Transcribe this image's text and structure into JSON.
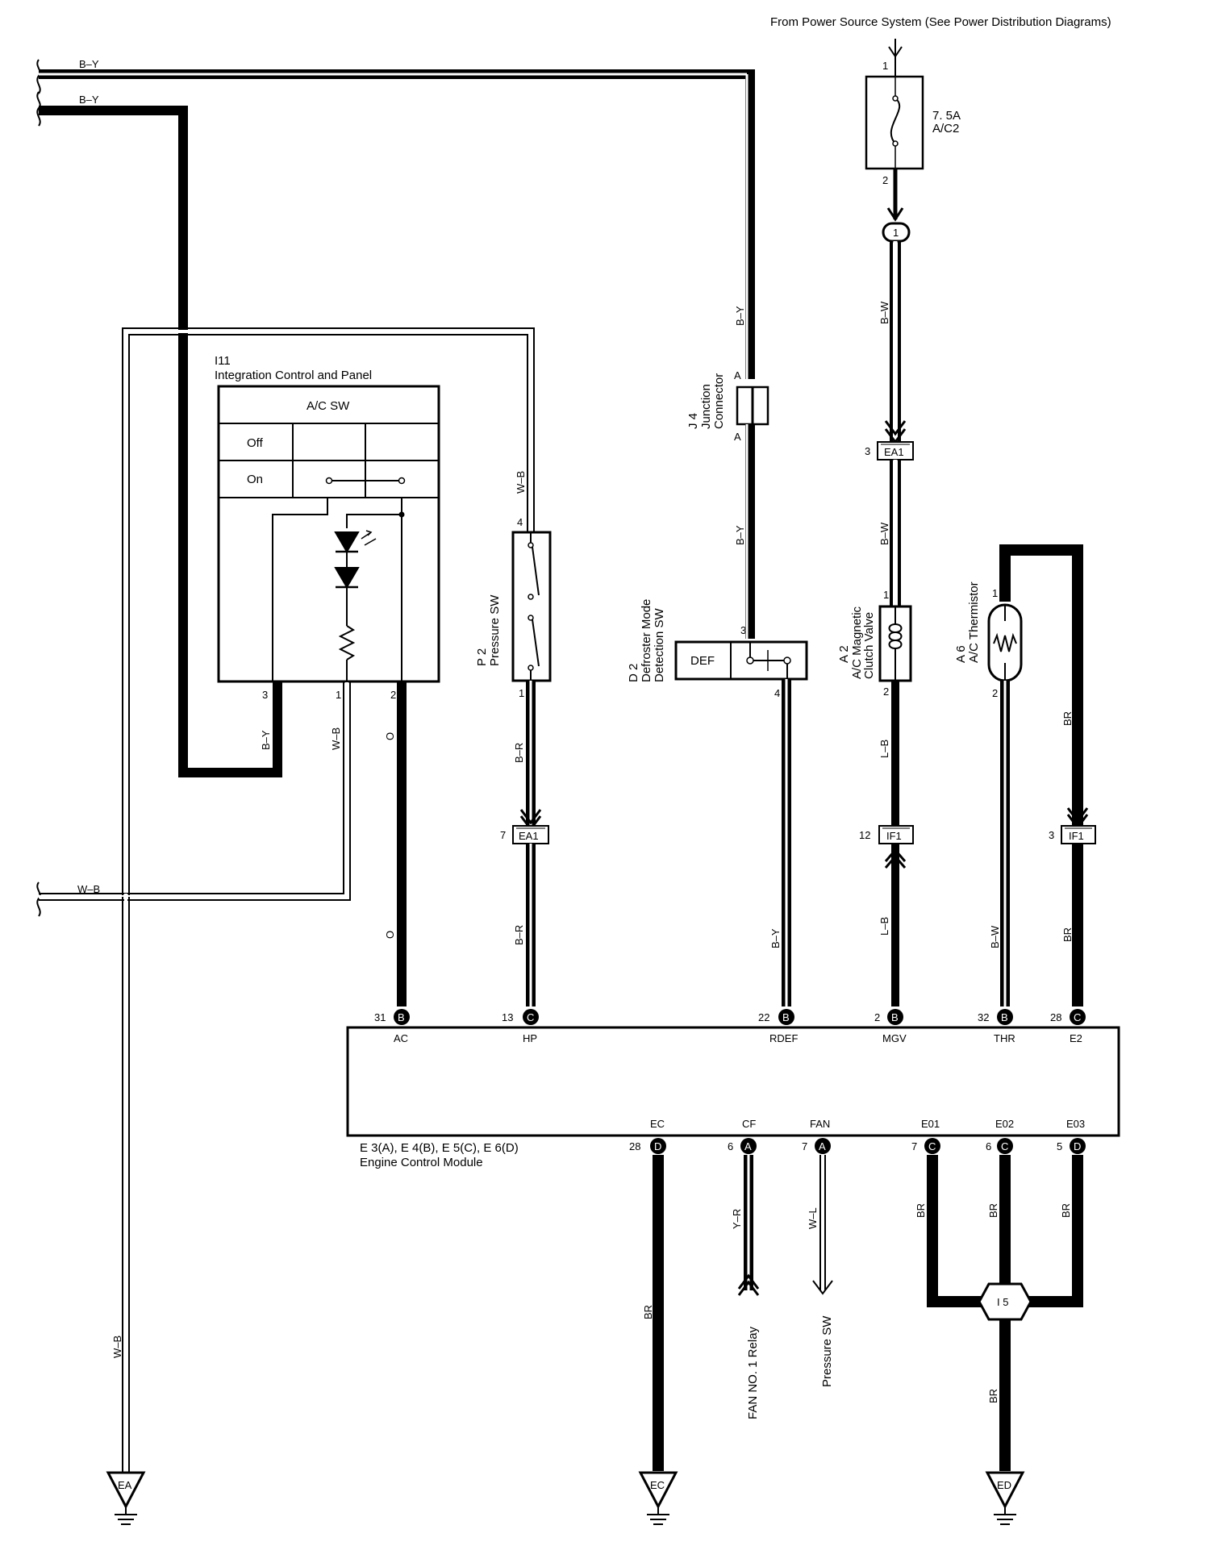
{
  "header": {
    "power_source": "From Power Source System (See Power Distribution Diagrams)"
  },
  "fuse": {
    "rating": "7. 5A",
    "name": "A/C2",
    "pin_in": "1",
    "pin_out": "2",
    "junction": "1"
  },
  "top_wires": {
    "wire1": "B–Y",
    "wire2": "B–Y",
    "left_wb": "W–B"
  },
  "i11": {
    "code": "I11",
    "name": "Integration Control and Panel",
    "switch_title": "A/C SW",
    "row_off": "Off",
    "row_on": "On",
    "pin3": "3",
    "pin1": "1",
    "pin2": "2"
  },
  "p2": {
    "code": "P 2",
    "name": "Pressure SW",
    "pin4": "4",
    "pin1": "1"
  },
  "j4": {
    "code": "J 4",
    "name1": "Junction",
    "name2": "Connector",
    "pinA_top": "A",
    "pinA_bot": "A"
  },
  "d2": {
    "code": "D 2",
    "name1": "Defroster Mode",
    "name2": "Detection SW",
    "label": "DEF",
    "pin3": "3",
    "pin4": "4"
  },
  "a2": {
    "code": "A 2",
    "name1": "A/C Magnetic",
    "name2": "Clutch Valve",
    "pin1": "1",
    "pin2": "2"
  },
  "a6": {
    "code": "A 6",
    "name": "A/C Thermistor",
    "pin1": "1",
    "pin2": "2"
  },
  "connectors": {
    "ea1_top": {
      "pin": "3",
      "name": "EA1"
    },
    "ea1_mid": {
      "pin": "7",
      "name": "EA1"
    },
    "if1_mgv": {
      "pin": "12",
      "name": "IF1"
    },
    "if1_e2": {
      "pin": "3",
      "name": "IF1"
    }
  },
  "wire_colors": {
    "w_b_i11": "W–B",
    "b_y_j4_top": "B–Y",
    "b_w_fuse": "B–W",
    "b_y_j4_bot": "B–Y",
    "b_w_ea1": "B–W",
    "b_y_i11": "B–Y",
    "w_b_i11_pin1": "W–B",
    "o_top": "O",
    "b_r_p2": "B–R",
    "l_b_a2": "L–B",
    "br_a6": "BR",
    "o_bot": "O",
    "b_r_ecm": "B–R",
    "b_y_ecm": "B–Y",
    "l_b_ecm": "L–B",
    "b_w_ecm": "B–W",
    "br_ecm": "BR",
    "y_r": "Y–R",
    "w_l": "W–L",
    "br_ec": "BR",
    "br_e01": "BR",
    "br_e02": "BR",
    "br_e03": "BR",
    "br_ed": "BR",
    "w_b_ea": "W–B"
  },
  "ecm": {
    "codes": "E 3(A), E 4(B), E 5(C), E 6(D)",
    "name": "Engine Control Module",
    "top_pins": [
      {
        "num": "31",
        "conn": "B",
        "name": "AC"
      },
      {
        "num": "13",
        "conn": "C",
        "name": "HP"
      },
      {
        "num": "22",
        "conn": "B",
        "name": "RDEF"
      },
      {
        "num": "2",
        "conn": "B",
        "name": "MGV"
      },
      {
        "num": "32",
        "conn": "B",
        "name": "THR"
      },
      {
        "num": "28",
        "conn": "C",
        "name": "E2"
      }
    ],
    "bottom_pins": [
      {
        "num": "28",
        "conn": "D",
        "name": "EC"
      },
      {
        "num": "6",
        "conn": "A",
        "name": "CF"
      },
      {
        "num": "7",
        "conn": "A",
        "name": "FAN"
      },
      {
        "num": "7",
        "conn": "C",
        "name": "E01"
      },
      {
        "num": "6",
        "conn": "C",
        "name": "E02"
      },
      {
        "num": "5",
        "conn": "D",
        "name": "E03"
      }
    ]
  },
  "destinations": {
    "fan_relay": "FAN NO. 1 Relay",
    "pressure_sw": "Pressure SW"
  },
  "junction_i5": "I 5",
  "grounds": {
    "ea": "EA",
    "ec": "EC",
    "ed": "ED"
  }
}
